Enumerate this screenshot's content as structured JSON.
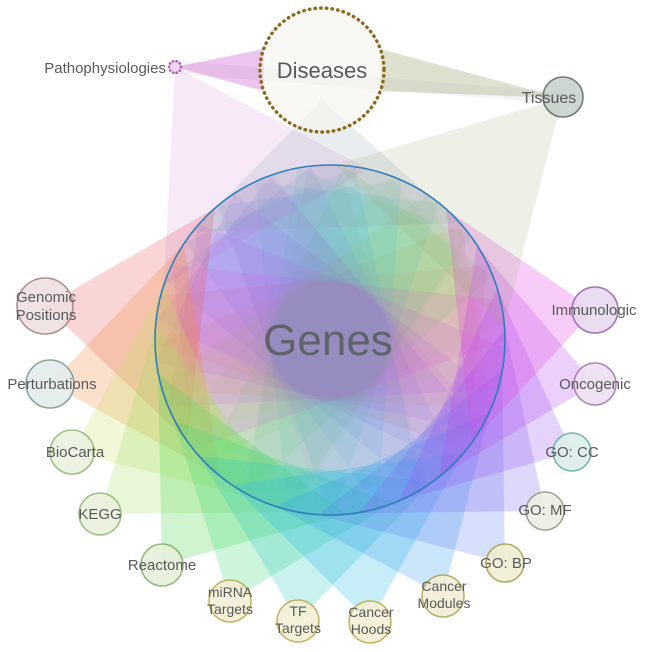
{
  "ui": {
    "background": "#ffffff",
    "label_color": "#595959",
    "genes_label_color": "#5f6368",
    "top_band_color": "#b0a0b8"
  },
  "nodes": {
    "genes": {
      "label": "Genes",
      "stroke": "#2e7ebb",
      "fill": "#e3e6ed"
    },
    "diseases": {
      "label": "Diseases",
      "ring": "#8a6a1a",
      "fill": "#f5f4ec",
      "fan": "#8a99aa"
    },
    "pathophysiologies": {
      "label": "Pathophysiologies",
      "ring": "#b050c0",
      "fill": "#ecd6f2",
      "fan": "#cc55cc"
    },
    "tissues": {
      "label": "Tissues",
      "ring": "#55645e",
      "fill": "#c6cfc9",
      "fan": "#a0a878"
    },
    "genomic_positions": {
      "line1": "Genomic",
      "line2": "Positions",
      "ring": "#a58585",
      "fill": "#efe0e0",
      "fan": "#e85c5c"
    },
    "perturbations": {
      "label": "Perturbations",
      "ring": "#7e9a9a",
      "fill": "#e4ecec",
      "fan": "#f08a3c"
    },
    "biocarta": {
      "label": "BioCarta",
      "ring": "#9ab87c",
      "fill": "#ebf2e0",
      "fan": "#c8e060"
    },
    "kegg": {
      "label": "KEGG",
      "ring": "#96b878",
      "fill": "#e9f2dd",
      "fan": "#a0e060"
    },
    "reactome": {
      "label": "Reactome",
      "ring": "#88b070",
      "fill": "#e6f0da",
      "fan": "#50d850"
    },
    "mirna_targets": {
      "line1": "miRNA",
      "line2": "Targets",
      "ring": "#bcae54",
      "fill": "#f4efd5",
      "fan": "#3cd878"
    },
    "tf_targets": {
      "line1": "TF",
      "line2": "Targets",
      "ring": "#bcae54",
      "fill": "#f4efd5",
      "fan": "#2cc8c0"
    },
    "cancer_hoods": {
      "line1": "Cancer",
      "line2": "Hoods",
      "ring": "#bcae54",
      "fill": "#f4efd5",
      "fan": "#28b8e8"
    },
    "cancer_modules": {
      "line1": "Cancer",
      "line2": "Modules",
      "ring": "#b0a858",
      "fill": "#f2eed6",
      "fan": "#38a0f0"
    },
    "go_bp": {
      "label": "GO: BP",
      "ring": "#a8a252",
      "fill": "#f0eed4",
      "fan": "#5c80f0"
    },
    "go_mf": {
      "label": "GO: MF",
      "ring": "#98988a",
      "fill": "#eeeee4",
      "fan": "#7a64f0"
    },
    "go_cc": {
      "label": "GO: CC",
      "ring": "#68b0a4",
      "fill": "#dceeea",
      "fan": "#9850f0"
    },
    "oncogenic": {
      "label": "Oncogenic",
      "ring": "#a57ab0",
      "fill": "#eee0f2",
      "fan": "#b844f0"
    },
    "immunologic": {
      "label": "Immunologic",
      "ring": "#9a68b0",
      "fill": "#e8daf0",
      "fan": "#e048e0"
    }
  },
  "edges": [
    {
      "from": "diseases",
      "to": "genes"
    },
    {
      "from": "tissues",
      "to": "genes"
    },
    {
      "from": "pathophysiologies",
      "to": "genes"
    },
    {
      "from": "pathophysiologies",
      "to": "diseases"
    },
    {
      "from": "tissues",
      "to": "diseases"
    },
    {
      "from": "genomic_positions",
      "to": "genes"
    },
    {
      "from": "perturbations",
      "to": "genes"
    },
    {
      "from": "biocarta",
      "to": "genes"
    },
    {
      "from": "kegg",
      "to": "genes"
    },
    {
      "from": "reactome",
      "to": "genes"
    },
    {
      "from": "mirna_targets",
      "to": "genes"
    },
    {
      "from": "tf_targets",
      "to": "genes"
    },
    {
      "from": "cancer_hoods",
      "to": "genes"
    },
    {
      "from": "cancer_modules",
      "to": "genes"
    },
    {
      "from": "go_bp",
      "to": "genes"
    },
    {
      "from": "go_mf",
      "to": "genes"
    },
    {
      "from": "go_cc",
      "to": "genes"
    },
    {
      "from": "oncogenic",
      "to": "genes"
    },
    {
      "from": "immunologic",
      "to": "genes"
    }
  ]
}
